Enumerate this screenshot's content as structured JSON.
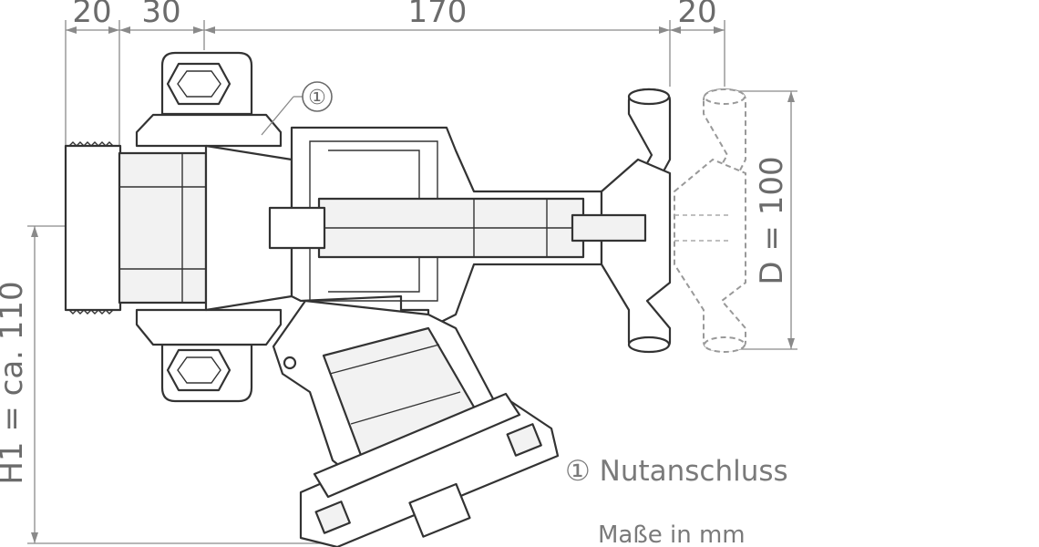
{
  "dimensions": {
    "top": [
      {
        "value": "20"
      },
      {
        "value": "30"
      },
      {
        "value": "170"
      },
      {
        "value": "20"
      }
    ],
    "height": "H1 = ca. 110",
    "diameter": "D = 100"
  },
  "callout": {
    "marker": "①"
  },
  "legend": {
    "text": "① Nutanschluss"
  },
  "units": {
    "text": "Maße in mm"
  },
  "colors": {
    "line": "#333333",
    "dimension": "#8a8a8a",
    "text": "#6b6b6b",
    "ghost": "#999999"
  }
}
